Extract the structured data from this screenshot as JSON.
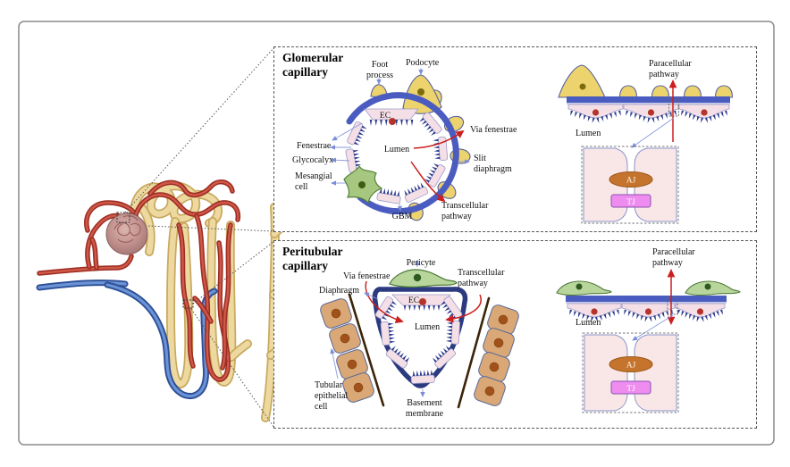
{
  "figure": {
    "type": "biomedical-diagram",
    "subject": "Capillary endothelial barrier structure in kidney"
  },
  "panels": {
    "glomerular": {
      "title": "Glomerular capillary",
      "labels": {
        "foot_process": "Foot process",
        "podocyte": "Podocyte",
        "ec": "EC",
        "via_fenestrae": "Via fenestrae",
        "fenestrae": "Fenestrae",
        "lumen": "Lumen",
        "glycocalyx": "Glycocalyx",
        "slit_diaphragm": "Slit diaphragm",
        "mesangial_cell": "Mesangial cell",
        "gbm": "GBM",
        "transcellular_pathway": "Transcellular pathway",
        "paracellular_pathway": "Paracellular pathway",
        "lumen_flat": "Lumen",
        "aj": "AJ",
        "tj": "TJ"
      }
    },
    "peritubular": {
      "title": "Peritubular capillary",
      "labels": {
        "pericyte": "Pericyte",
        "via_fenestrae": "Via fenestrae",
        "transcellular_pathway": "Transcellular pathway",
        "diaphragm": "Diaphragm",
        "ec": "EC",
        "lumen": "Lumen",
        "tubular_epithelial_cell": "Tubular epithelial cell",
        "basement_membrane": "Basement membrane",
        "paracellular_pathway": "Paracellular pathway",
        "lumen_flat": "Lumen",
        "aj": "AJ",
        "tj": "TJ"
      }
    }
  },
  "colors": {
    "membrane_blue": "#4a5cc0",
    "navy_wall": "#2c3a80",
    "spike_navy": "#2c3a8c",
    "cell_pink": "#f5dfe6",
    "cell_pink_light": "#f9e7e8",
    "cell_border": "#9b9bc8",
    "nucleus_red": "#b5342a",
    "podocyte_yellow": "#ecd36d",
    "podocyte_nucleus": "#7d6c0e",
    "mesangial_green": "#a5c77f",
    "pericyte_green": "#b8d69c",
    "pericyte_nucleus": "#2f5a1f",
    "epithelial_brown": "#d9a876",
    "epithelial_nucleus": "#a0521a",
    "basement_dark": "#3c2409",
    "aj_orange": "#c4742c",
    "tj_violet": "#ee8cf0",
    "pathway_red": "#cc1f1f",
    "label_arrow": "#8a9ade",
    "artery_red": "#9c2d22",
    "artery_core": "#cf5848",
    "vein_blue": "#2d4f96",
    "vein_core": "#6b93d6",
    "tubule_yellow": "#c9a95f",
    "tubule_core": "#edd9a0",
    "glomerulus_pink": "#c29390"
  }
}
